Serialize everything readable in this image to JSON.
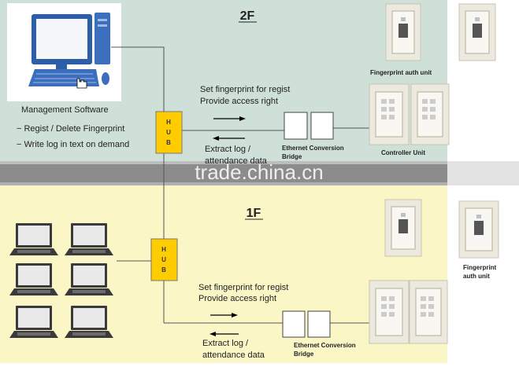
{
  "floor2": {
    "label": "2F",
    "software_label": "Management Software",
    "features": [
      "− Regist / Delete Fingerprint",
      "− Write log in text on demand"
    ],
    "hub": [
      "H",
      "U",
      "B"
    ],
    "set_line1": "Set fingerprint for regist",
    "set_line2": "Provide access right",
    "extract_line1": "Extract log /",
    "extract_line2": "attendance data",
    "bridge_line1": "Ethernet Conversion",
    "bridge_line2": "Bridge",
    "auth_label": "Fingerprint auth unit",
    "controller_label": "Controller Unit"
  },
  "floor1": {
    "label": "1F",
    "hub": [
      "H",
      "U",
      "B"
    ],
    "set_line1": "Set fingerprint for regist",
    "set_line2": "Provide access right",
    "extract_line1": "Extract log /",
    "extract_line2": "attendance data",
    "bridge_line1": "Ethernet Conversion",
    "bridge_line2": "Bridge",
    "auth_line1": "Fingerprint",
    "auth_line2": "auth unit"
  },
  "watermark": "trade.china.cn",
  "colors": {
    "floor2_bg": "#cfe0d8",
    "floor1_bg": "#fbf6c6",
    "hub": "#ffcc00",
    "divider": "#8c8c8c"
  }
}
